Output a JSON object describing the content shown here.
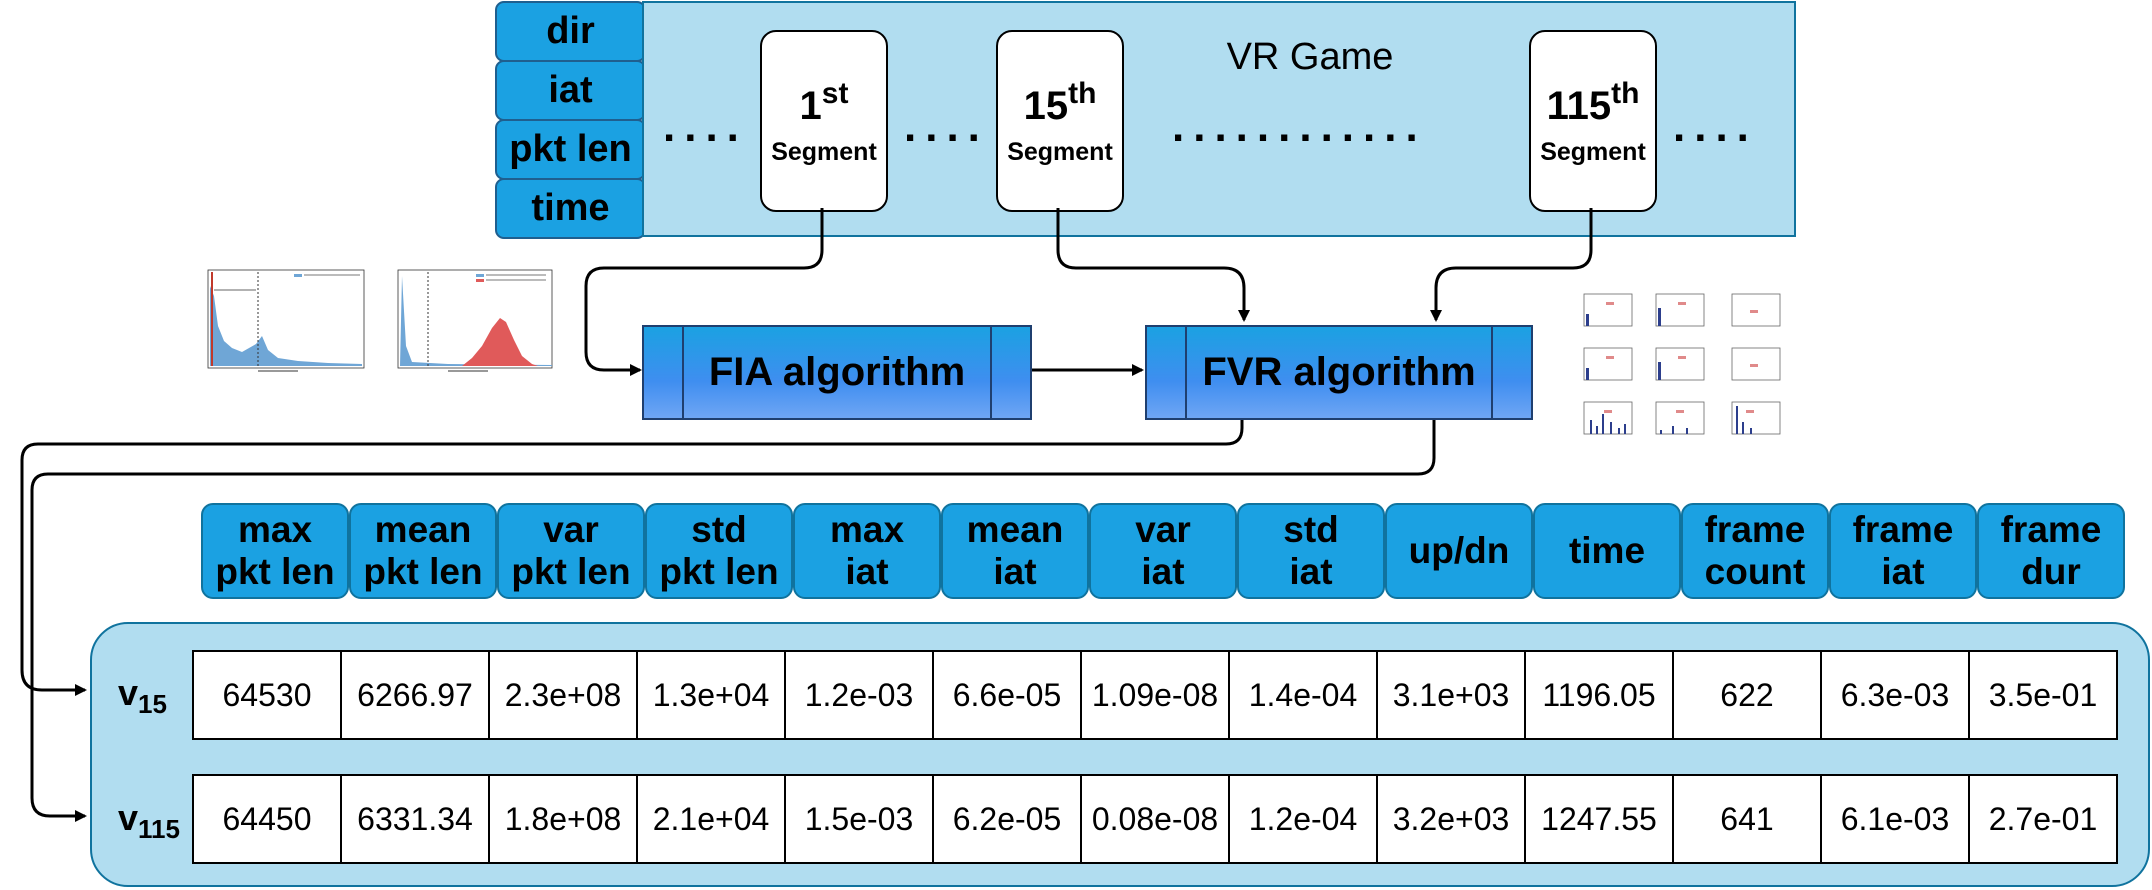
{
  "features": [
    "dir",
    "iat",
    "pkt len",
    "time"
  ],
  "game": {
    "title": "VR Game",
    "segments": [
      {
        "number": "1",
        "suffix": "st",
        "label": "Segment"
      },
      {
        "number": "15",
        "suffix": "th",
        "label": "Segment"
      },
      {
        "number": "115",
        "suffix": "th",
        "label": "Segment"
      }
    ],
    "dots": [
      "....",
      "....",
      "............",
      "...."
    ]
  },
  "algorithms": {
    "fia": "FIA algorithm",
    "fvr": "FVR algorithm"
  },
  "table": {
    "headers": [
      "max\npkt len",
      "mean\npkt len",
      "var\npkt len",
      "std\npkt len",
      "max\niat",
      "mean\niat",
      "var\niat",
      "std\niat",
      "up/dn",
      "time",
      "frame\ncount",
      "frame\niat",
      "frame\ndur"
    ],
    "rows": [
      {
        "label": "v",
        "subscript": "15",
        "values": [
          "64530",
          "6266.97",
          "2.3e+08",
          "1.3e+04",
          "1.2e-03",
          "6.6e-05",
          "1.09e-08",
          "1.4e-04",
          "3.1e+03",
          "1196.05",
          "622",
          "6.3e-03",
          "3.5e-01"
        ]
      },
      {
        "label": "v",
        "subscript": "115",
        "values": [
          "64450",
          "6331.34",
          "1.8e+08",
          "2.1e+04",
          "1.5e-03",
          "6.2e-05",
          "0.08e-08",
          "1.2e-04",
          "3.2e+03",
          "1247.55",
          "641",
          "6.1e-03",
          "2.7e-01"
        ]
      }
    ]
  },
  "colors": {
    "panel": "#b1ddf0",
    "tag": "#1ba1e2",
    "border": "#10739e"
  }
}
